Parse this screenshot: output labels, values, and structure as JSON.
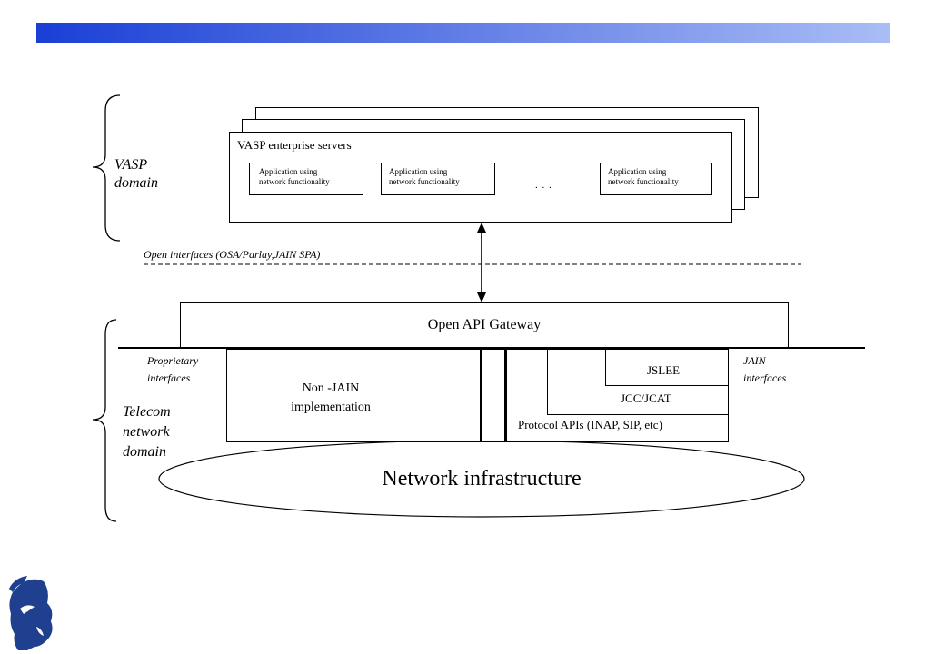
{
  "vasp": {
    "domain_label_line1": "VASP",
    "domain_label_line2": "domain",
    "servers_title": "VASP enterprise servers",
    "app_boxes": [
      {
        "line1": "Application using",
        "line2": "network functionality"
      },
      {
        "line1": "Application using",
        "line2": "network functionality"
      },
      {
        "line1": "Application using",
        "line2": "network functionality"
      }
    ],
    "ellipsis": ". . ."
  },
  "open_interfaces_label": "Open interfaces (OSA/Parlay,JAIN SPA)",
  "gateway_label": "Open API Gateway",
  "proprietary_line1": "Proprietary",
  "proprietary_line2": "interfaces",
  "jain_line1": "JAIN",
  "jain_line2": "interfaces",
  "non_jain_line1": "Non -JAIN",
  "non_jain_line2": "implementation",
  "jslee": "JSLEE",
  "jcc": "JCC/JCAT",
  "protocol_apis": "Protocol APIs (INAP, SIP, etc)",
  "telecom": {
    "line1": "Telecom",
    "line2": "network",
    "line3": "domain"
  },
  "network_infrastructure": "Network infrastructure",
  "colors": {
    "banner_start": "#1a3fd6",
    "banner_end": "#a9bdf5",
    "logo": "#1f3f8f"
  },
  "icons": [
    "header-banner",
    "institution-logo"
  ]
}
